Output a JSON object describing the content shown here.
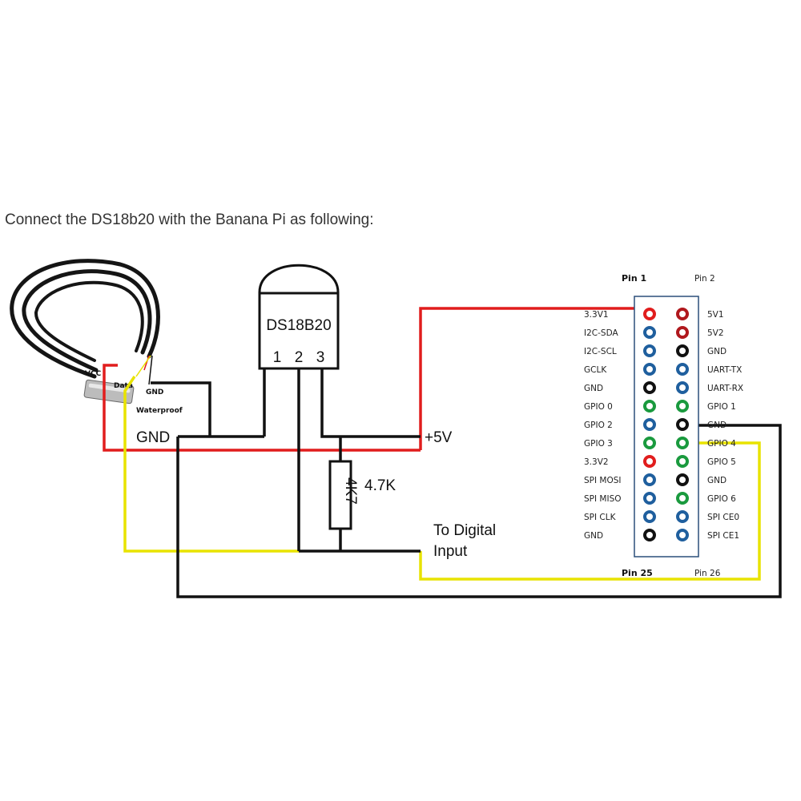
{
  "heading": "Connect the DS18b20 with the Banana Pi as following:",
  "sensor": {
    "name": "DS18B20",
    "pin_numbers": [
      "1",
      "2",
      "3"
    ],
    "resistor_code": "4K7",
    "resistor_value": "4.7K"
  },
  "probe": {
    "labels": {
      "vcc": "VCC",
      "data": "Data",
      "gnd": "GND",
      "waterproof": "Waterproof"
    }
  },
  "circuit_labels": {
    "gnd": "GND",
    "plus5v": "+5V",
    "digital_line1": "To Digital",
    "digital_line2": "Input"
  },
  "header": {
    "pin1": "Pin 1",
    "pin2": "Pin 2",
    "pin25": "Pin 25",
    "pin26": "Pin 26",
    "rows": [
      {
        "left": "3.3V1",
        "right": "5V1",
        "lc": "#e11d1d",
        "rc": "#b0181d"
      },
      {
        "left": "I2C-SDA",
        "right": "5V2",
        "lc": "#1f5f9e",
        "rc": "#b0181d"
      },
      {
        "left": "I2C-SCL",
        "right": "GND",
        "lc": "#1f5f9e",
        "rc": "#111111"
      },
      {
        "left": "GCLK",
        "right": "UART-TX",
        "lc": "#1f5f9e",
        "rc": "#1f5f9e"
      },
      {
        "left": "GND",
        "right": "UART-RX",
        "lc": "#111111",
        "rc": "#1f5f9e"
      },
      {
        "left": "GPIO 0",
        "right": "GPIO 1",
        "lc": "#1a9a3e",
        "rc": "#1a9a3e"
      },
      {
        "left": "GPIO 2",
        "right": "GND",
        "lc": "#1f5f9e",
        "rc": "#111111"
      },
      {
        "left": "GPIO 3",
        "right": "GPIO 4",
        "lc": "#1a9a3e",
        "rc": "#1a9a3e"
      },
      {
        "left": "3.3V2",
        "right": "GPIO 5",
        "lc": "#e11d1d",
        "rc": "#1a9a3e"
      },
      {
        "left": "SPI MOSI",
        "right": "GND",
        "lc": "#1f5f9e",
        "rc": "#111111"
      },
      {
        "left": "SPI MISO",
        "right": "GPIO 6",
        "lc": "#1f5f9e",
        "rc": "#1a9a3e"
      },
      {
        "left": "SPI CLK",
        "right": "SPI CE0",
        "lc": "#1f5f9e",
        "rc": "#1f5f9e"
      },
      {
        "left": "GND",
        "right": "SPI CE1",
        "lc": "#111111",
        "rc": "#1f5f9e"
      }
    ]
  },
  "colors": {
    "red_wire": "#e11d1d",
    "yellow_wire": "#e8e300",
    "black_wire": "#111111",
    "board_frame": "#2b4f7a"
  }
}
